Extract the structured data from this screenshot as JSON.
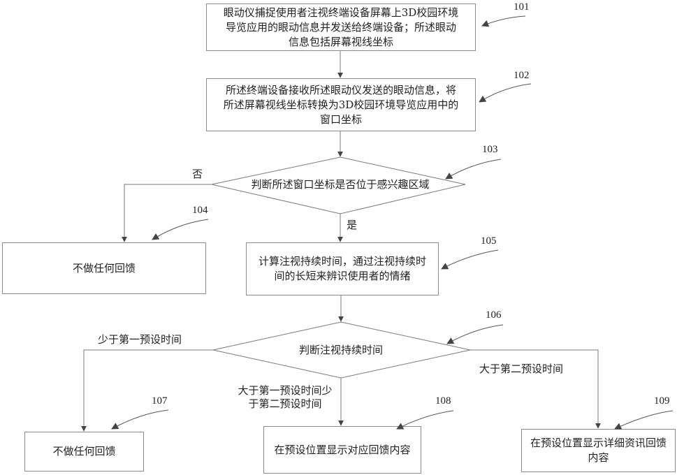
{
  "diagram": {
    "type": "flowchart",
    "nodes": [
      {
        "id": "101",
        "shape": "process",
        "text": "眼动仪捕捉使用者注视终端设备屏幕上3D校园环境导览应用的眼动信息并发送给终端设备；所述眼动信息包括屏幕视线坐标"
      },
      {
        "id": "102",
        "shape": "process",
        "text": "所述终端设备接收所述眼动仪发送的眼动信息，将所述屏幕视线坐标转换为3D校园环境导览应用中的窗口坐标"
      },
      {
        "id": "103",
        "shape": "decision",
        "text": "判断所述窗口坐标是否位于感兴趣区域"
      },
      {
        "id": "104",
        "shape": "process",
        "text": "不做任何回馈"
      },
      {
        "id": "105",
        "shape": "process",
        "text": "计算注视持续时间，通过注视持续时间的长短来辨识使用者的情绪"
      },
      {
        "id": "106",
        "shape": "decision",
        "text": "判断注视持续时间"
      },
      {
        "id": "107",
        "shape": "process",
        "text": "不做任何回馈"
      },
      {
        "id": "108",
        "shape": "process",
        "text": "在预设位置显示对应回馈内容"
      },
      {
        "id": "109",
        "shape": "process",
        "text": "在预设位置显示详细资讯回馈内容"
      }
    ],
    "edges": [
      {
        "from": "101",
        "to": "102",
        "label": ""
      },
      {
        "from": "102",
        "to": "103",
        "label": ""
      },
      {
        "from": "103",
        "to": "104",
        "label": "否"
      },
      {
        "from": "103",
        "to": "105",
        "label": "是"
      },
      {
        "from": "105",
        "to": "106",
        "label": ""
      },
      {
        "from": "106",
        "to": "107",
        "label": "少于第一预设时间"
      },
      {
        "from": "106",
        "to": "108",
        "label": "大于第一预设时间少于第二预设时间"
      },
      {
        "from": "106",
        "to": "109",
        "label": "大于第二预设时间"
      }
    ],
    "refs": [
      "101",
      "102",
      "103",
      "104",
      "105",
      "106",
      "107",
      "108",
      "109"
    ],
    "box_text_lines": {
      "101": [
        "眼动仪捕捉使用者注视终端设备屏幕上3D校园环境",
        "导览应用的眼动信息并发送给终端设备；所述眼动",
        "信息包括屏幕视线坐标"
      ],
      "102": [
        "所述终端设备接收所述眼动仪发送的眼动信息，将",
        "所述屏幕视线坐标转换为3D校园环境导览应用中的",
        "窗口坐标"
      ],
      "105": [
        "计算注视持续时间，通过注视持续时",
        "间的长短来辨识使用者的情绪"
      ],
      "109": [
        "在预设位置显示详细资讯回馈",
        "内容"
      ]
    },
    "edge_label_lines": {
      "mid": [
        "大于第一预设时间少",
        "于第二预设时间"
      ]
    }
  },
  "colors": {
    "line": "#7a7a7a",
    "box_border": "#8c8c8c",
    "arrow": "#444444",
    "text": "#222222"
  }
}
